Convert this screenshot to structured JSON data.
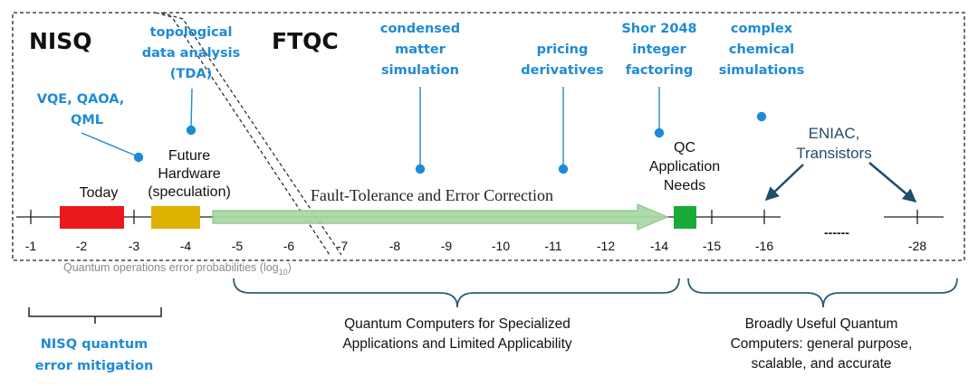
{
  "headers": {
    "nisq": "NISQ",
    "ftqc": "FTQC"
  },
  "applications": {
    "vqe": [
      "VQE, QAOA,",
      "QML"
    ],
    "tda": [
      "topological",
      "data analysis",
      "(TDA)"
    ],
    "condensed": [
      "condensed",
      "matter",
      "simulation"
    ],
    "pricing": [
      "pricing",
      "derivatives"
    ],
    "shor": [
      "Shor 2048",
      "integer",
      "factoring"
    ],
    "chem": [
      "complex",
      "chemical",
      "simulations"
    ]
  },
  "labels": {
    "today": "Today",
    "future": [
      "Future",
      "Hardware",
      "(speculation)"
    ],
    "qc_needs": [
      "QC",
      "Application",
      "Needs"
    ],
    "eniac": [
      "ENIAC,",
      "Transistors"
    ],
    "fault_tolerance": "Fault-Tolerance and Error Correction",
    "ellipsis": "------"
  },
  "axis": {
    "ticks": [
      "-1",
      "-2",
      "-3",
      "-4",
      "-5",
      "-6",
      "-7",
      "-8",
      "-9",
      "-10",
      "-11",
      "-12",
      "-14",
      "-15",
      "-16",
      "-28"
    ],
    "label_main": "Quantum operations error probabilities (log",
    "label_sub": "10",
    "label_close": ")"
  },
  "brackets": {
    "mitigation": [
      "NISQ quantum",
      "error mitigation"
    ],
    "specialized": [
      "Quantum Computers for Specialized",
      "Applications and Limited Applicability"
    ],
    "broad": [
      "Broadly Useful Quantum",
      "Computers: general purpose,",
      "scalable, and accurate"
    ]
  },
  "colors": {
    "today": "#e8191b",
    "future": "#deb000",
    "qc_needs": "#1aaa3a",
    "ft_arrow": "#a9d8a4",
    "accent": "#1f8ad6",
    "eniac": "#1f4e6b"
  }
}
